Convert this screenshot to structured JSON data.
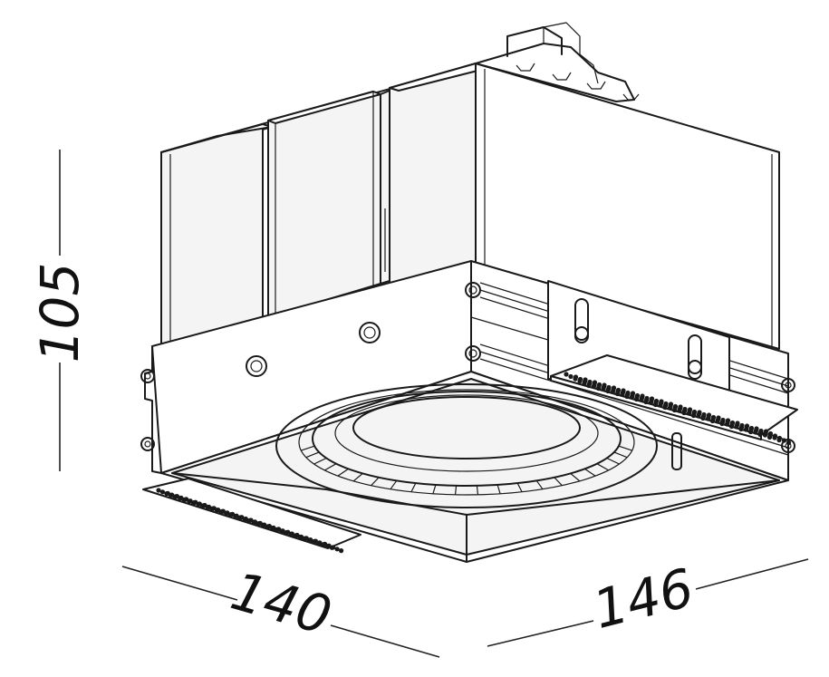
{
  "dimensions": {
    "height": "105",
    "width_left": "140",
    "width_right": "146"
  },
  "colors": {
    "line": "#1a1a1a",
    "background": "#ffffff"
  }
}
